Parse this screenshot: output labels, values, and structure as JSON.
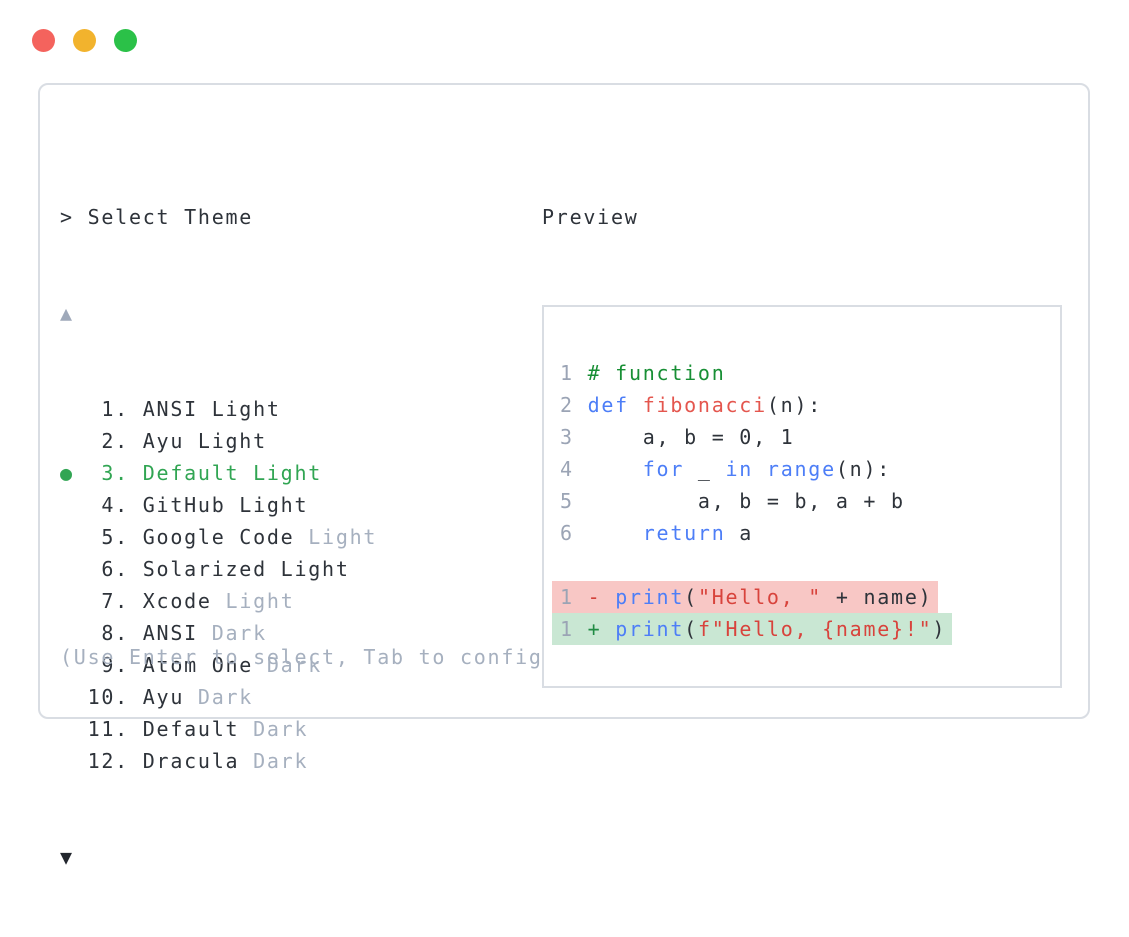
{
  "window": {
    "controls": {
      "close_color": "#f4635d",
      "minimize_color": "#f2b32d",
      "maximize_color": "#2bc148"
    }
  },
  "theme_selector": {
    "prompt": "> Select Theme",
    "scroll_up_icon": "▲",
    "scroll_down_icon": "▼",
    "selected_bullet": "●",
    "selected_color": "#31a553",
    "muted_color": "#a6b0bf",
    "items": [
      {
        "number": "1",
        "name": "ANSI Light",
        "muted": "",
        "selected": false
      },
      {
        "number": "2",
        "name": "Ayu Light",
        "muted": "",
        "selected": false
      },
      {
        "number": "3",
        "name": "Default Light",
        "muted": "",
        "selected": true
      },
      {
        "number": "4",
        "name": "GitHub Light",
        "muted": "",
        "selected": false
      },
      {
        "number": "5",
        "name": "Google Code",
        "muted": "Light",
        "selected": false
      },
      {
        "number": "6",
        "name": "Solarized Light",
        "muted": "",
        "selected": false
      },
      {
        "number": "7",
        "name": "Xcode",
        "muted": "Light",
        "selected": false
      },
      {
        "number": "8",
        "name": "ANSI",
        "muted": "Dark",
        "selected": false
      },
      {
        "number": "9",
        "name": "Atom One",
        "muted": "Dark",
        "selected": false
      },
      {
        "number": "10",
        "name": "Ayu",
        "muted": "Dark",
        "selected": false
      },
      {
        "number": "11",
        "name": "Default",
        "muted": "Dark",
        "selected": false
      },
      {
        "number": "12",
        "name": "Dracula",
        "muted": "Dark",
        "selected": false
      }
    ],
    "hint": "(Use Enter to select, Tab to configure scope, Esc to close)"
  },
  "preview": {
    "label": "Preview",
    "syntax_colors": {
      "comment": "#188f35",
      "keyword": "#4d7ef7",
      "function": "#e4564e",
      "string": "#d8433c",
      "line_number": "#9ba4b5",
      "removed_bg": "#f8c7c5",
      "added_bg": "#c9e7d3"
    },
    "code_lines": [
      {
        "no": "1",
        "tokens": [
          {
            "t": "# function",
            "c": "comment"
          }
        ]
      },
      {
        "no": "2",
        "tokens": [
          {
            "t": "def",
            "c": "kw"
          },
          {
            "t": " ",
            "c": "plain"
          },
          {
            "t": "fibonacci",
            "c": "fn"
          },
          {
            "t": "(n):",
            "c": "plain"
          }
        ]
      },
      {
        "no": "3",
        "tokens": [
          {
            "t": "    a, b = 0, 1",
            "c": "plain"
          }
        ]
      },
      {
        "no": "4",
        "tokens": [
          {
            "t": "    ",
            "c": "plain"
          },
          {
            "t": "for",
            "c": "kw"
          },
          {
            "t": " _ ",
            "c": "plain"
          },
          {
            "t": "in",
            "c": "kw"
          },
          {
            "t": " ",
            "c": "plain"
          },
          {
            "t": "range",
            "c": "kw"
          },
          {
            "t": "(n):",
            "c": "plain"
          }
        ]
      },
      {
        "no": "5",
        "tokens": [
          {
            "t": "        a, b = b, a + b",
            "c": "plain"
          }
        ]
      },
      {
        "no": "6",
        "tokens": [
          {
            "t": "    ",
            "c": "plain"
          },
          {
            "t": "return",
            "c": "kw"
          },
          {
            "t": " a",
            "c": "plain"
          }
        ]
      }
    ],
    "diff_lines": [
      {
        "no": "1",
        "sign": "-",
        "type": "removed",
        "tokens": [
          {
            "t": "print",
            "c": "kw"
          },
          {
            "t": "(",
            "c": "plain"
          },
          {
            "t": "\"Hello, \"",
            "c": "str"
          },
          {
            "t": " + name)",
            "c": "plain"
          }
        ]
      },
      {
        "no": "1",
        "sign": "+",
        "type": "added",
        "tokens": [
          {
            "t": "print",
            "c": "kw"
          },
          {
            "t": "(",
            "c": "plain"
          },
          {
            "t": "f\"Hello, {name}!\"",
            "c": "str"
          },
          {
            "t": ")",
            "c": "plain"
          }
        ]
      }
    ]
  }
}
